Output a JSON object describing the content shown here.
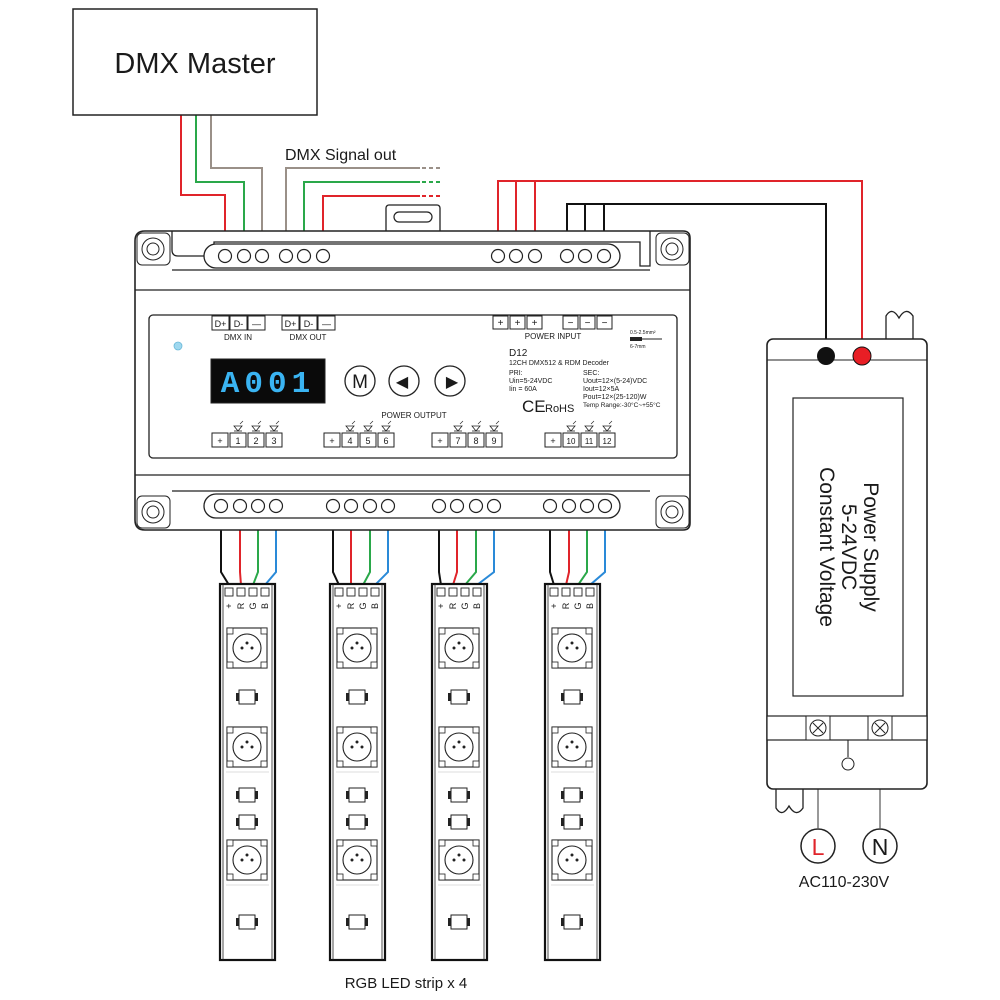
{
  "master": {
    "label": "DMX Master"
  },
  "signal": {
    "label": "DMX Signal out"
  },
  "decoder": {
    "dmx_in_pins": [
      "D+",
      "D-",
      "—"
    ],
    "dmx_in_label": "DMX IN",
    "dmx_out_pins": [
      "D+",
      "D-",
      "—"
    ],
    "dmx_out_label": "DMX OUT",
    "display": "A001",
    "buttons": {
      "mode": "M",
      "prev": "◀",
      "next": "▶"
    },
    "power_input_label": "POWER INPUT",
    "power_input_pins": [
      "+",
      "+",
      "+",
      "−",
      "−",
      "−"
    ],
    "wire_gauge": "0.5-2.5mm²",
    "strip_length": "6-7mm",
    "model": "D12",
    "description": "12CH DMX512 & RDM Decoder",
    "pri_label": "PRI:",
    "pri_lines": [
      "Uin=5-24VDC",
      "Iin = 60A"
    ],
    "sec_label": "SEC:",
    "sec_lines": [
      "Uout=12×(5-24)VDC",
      "Iout=12×5A",
      "Pout=12×(25-120)W",
      "Temp Range:-30°C~+55°C"
    ],
    "ce_mark": "CE",
    "rohs_mark": "RoHS",
    "power_output_label": "POWER OUTPUT",
    "output_groups": [
      {
        "plus": "+",
        "channels": [
          "1",
          "2",
          "3"
        ]
      },
      {
        "plus": "+",
        "channels": [
          "4",
          "5",
          "6"
        ]
      },
      {
        "plus": "+",
        "channels": [
          "7",
          "8",
          "9"
        ]
      },
      {
        "plus": "+",
        "channels": [
          "10",
          "11",
          "12"
        ]
      }
    ]
  },
  "strip": {
    "pin_labels": [
      "+",
      "R",
      "G",
      "B"
    ],
    "caption": "RGB LED strip x 4"
  },
  "psu": {
    "title_lines": [
      "Power Supply",
      "5-24VDC",
      "Constant Voltage"
    ],
    "terminal_l": "L",
    "terminal_n": "N",
    "ac_label": "AC110-230V"
  },
  "colors": {
    "red": "#e0242a",
    "green": "#2aa84a",
    "blue": "#2a8ad8",
    "black": "#111111",
    "gray_wire": "#9a9088",
    "led_digits": "#3ab4f2",
    "power_dot_red": "#e81e25"
  }
}
